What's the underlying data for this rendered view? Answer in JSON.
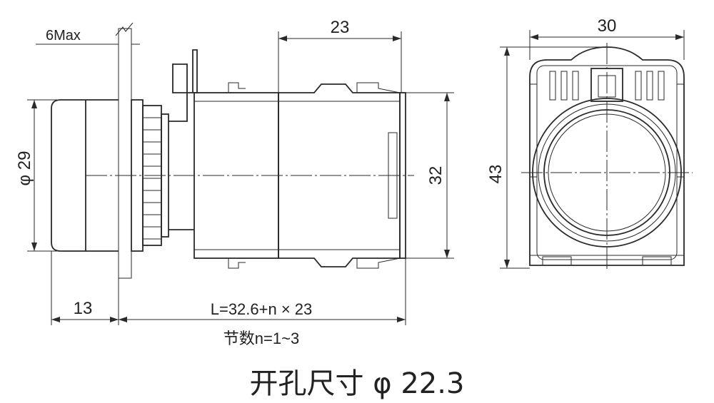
{
  "dimensions": {
    "panel_max": "6Max",
    "length_top": "23",
    "width_top": "30",
    "diameter": "φ 29",
    "height_side": "32",
    "height_front": "43",
    "bezel_depth": "13",
    "length_formula": "L=32.6+n × 23",
    "sections_note": "节数n=1~3"
  },
  "caption": "开孔尺寸 φ 22.3"
}
